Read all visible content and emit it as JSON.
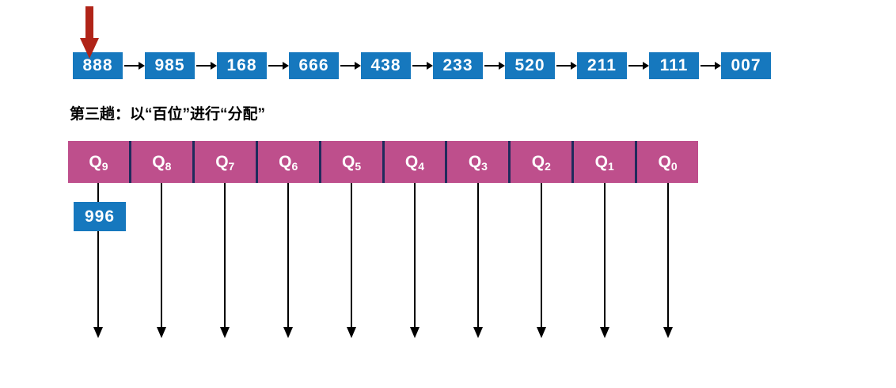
{
  "title": "第三趟：以“百位”进行“分配”",
  "linked_list": {
    "nodes": [
      "888",
      "985",
      "168",
      "666",
      "438",
      "233",
      "520",
      "211",
      "111",
      "007"
    ]
  },
  "buckets": [
    {
      "label": "Q",
      "subscript": "9"
    },
    {
      "label": "Q",
      "subscript": "8"
    },
    {
      "label": "Q",
      "subscript": "7"
    },
    {
      "label": "Q",
      "subscript": "6"
    },
    {
      "label": "Q",
      "subscript": "5"
    },
    {
      "label": "Q",
      "subscript": "4"
    },
    {
      "label": "Q",
      "subscript": "3"
    },
    {
      "label": "Q",
      "subscript": "2"
    },
    {
      "label": "Q",
      "subscript": "1"
    },
    {
      "label": "Q",
      "subscript": "0"
    }
  ],
  "placed_nodes": [
    {
      "value": "996",
      "bucket": "Q9"
    }
  ],
  "icons": {
    "pointer_arrow": "red down-arrow ▼",
    "next_arrow": "black right-arrow →",
    "bucket_arrow": "black down-arrow ↓"
  },
  "colors": {
    "node_blue": "#1678BE",
    "bucket_pink": "#BE4F8C",
    "divider_navy": "#1F2B5C",
    "pointer_red": "#B02418",
    "arrow_black": "#000000"
  }
}
